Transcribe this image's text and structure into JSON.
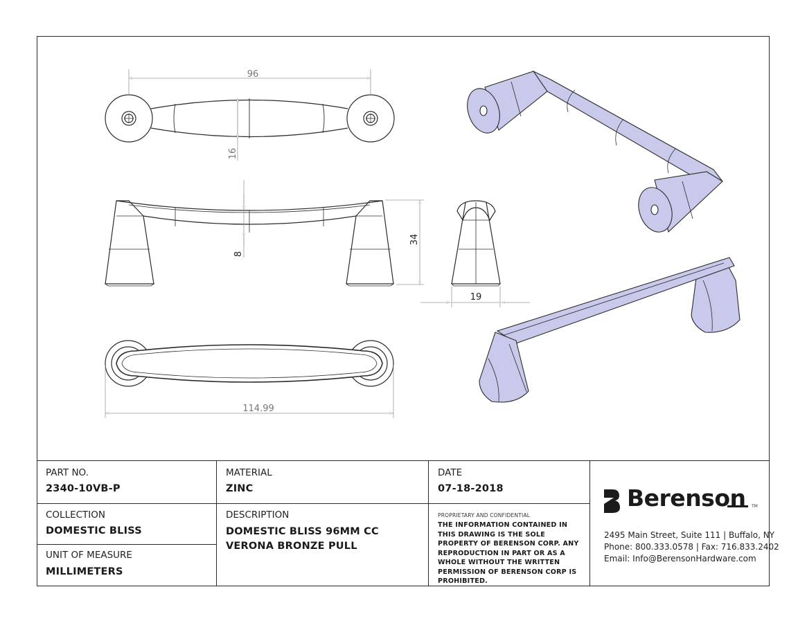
{
  "title_block": {
    "part_no": {
      "label": "PART NO.",
      "value": "2340-10VB-P"
    },
    "material": {
      "label": "MATERIAL",
      "value": "ZINC"
    },
    "date": {
      "label": "DATE",
      "value": "07-18-2018"
    },
    "collection": {
      "label": "COLLECTION",
      "value": "DOMESTIC BLISS"
    },
    "description": {
      "label": "DESCRIPTION",
      "value": "DOMESTIC BLISS 96MM CC VERONA BRONZE PULL"
    },
    "unit": {
      "label": "UNIT OF MEASURE",
      "value": "MILLIMETERS"
    },
    "proprietary": {
      "heading": "PROPRIETARY AND CONFIDENTIAL",
      "body": "THE INFORMATION CONTAINED IN THIS DRAWING IS THE SOLE PROPERTY OF BERENSON CORP. ANY REPRODUCTION IN PART OR AS A WHOLE WITHOUT THE WRITTEN PERMISSION OF BERENSON CORP IS PROHIBITED."
    },
    "company": {
      "name": "Berenson",
      "trademark": "TM",
      "address": "2495 Main Street, Suite 111 | Buffalo, NY",
      "phone_fax": "Phone: 800.333.0578 | Fax: 716.833.2402",
      "email": "Email: Info@BerensonHardware.com"
    }
  },
  "dimensions": {
    "center_to_center": "96",
    "handle_width": "16",
    "bar_thickness": "8",
    "height": "34",
    "foot_width": "19",
    "overall_length": "114.99"
  },
  "colors": {
    "line": "#2a2a2a",
    "dim_line": "#8a8a8a",
    "iso_fill": "#c9c9ec"
  }
}
